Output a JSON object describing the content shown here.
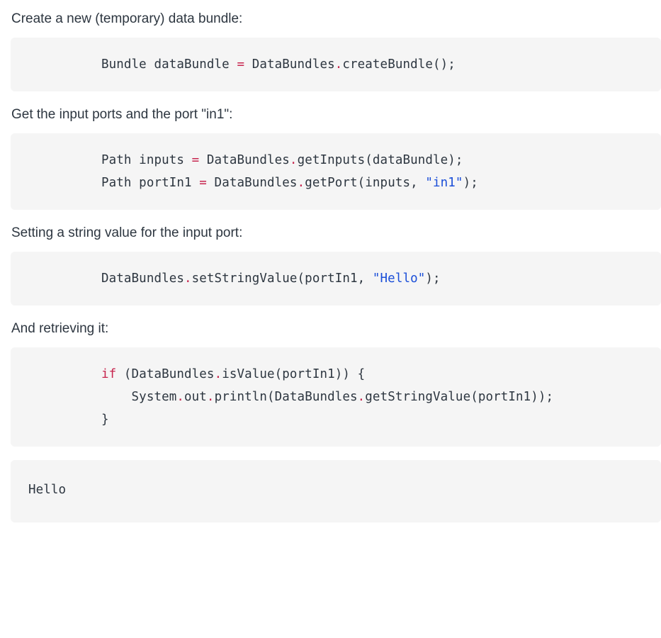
{
  "document": {
    "type": "api-documentation-snippet",
    "language": "java",
    "colors": {
      "page_background": "#ffffff",
      "code_background": "#f5f5f5",
      "text": "#2d3640",
      "operator": "#c7254e",
      "keyword": "#c7254e",
      "string": "#1a4ed8"
    }
  },
  "sections": [
    {
      "id": "create-bundle",
      "prose": "Create a new (temporary) data bundle:",
      "code_indent": "deep",
      "lines": [
        {
          "text": "Bundle dataBundle = DataBundles.createBundle();",
          "tokens": [
            {
              "t": "Bundle dataBundle ",
              "c": "plain"
            },
            {
              "t": "=",
              "c": "op"
            },
            {
              "t": " DataBundles",
              "c": "plain"
            },
            {
              "t": ".",
              "c": "op"
            },
            {
              "t": "createBundle();",
              "c": "plain"
            }
          ]
        }
      ]
    },
    {
      "id": "get-input-ports",
      "prose": "Get the input ports and the port \"in1\":",
      "code_indent": "deep",
      "lines": [
        {
          "text": "Path inputs = DataBundles.getInputs(dataBundle);",
          "tokens": [
            {
              "t": "Path inputs ",
              "c": "plain"
            },
            {
              "t": "=",
              "c": "op"
            },
            {
              "t": " DataBundles",
              "c": "plain"
            },
            {
              "t": ".",
              "c": "op"
            },
            {
              "t": "getInputs(dataBundle);",
              "c": "plain"
            }
          ]
        },
        {
          "text": "Path portIn1 = DataBundles.getPort(inputs, \"in1\");",
          "tokens": [
            {
              "t": "Path portIn1 ",
              "c": "plain"
            },
            {
              "t": "=",
              "c": "op"
            },
            {
              "t": " DataBundles",
              "c": "plain"
            },
            {
              "t": ".",
              "c": "op"
            },
            {
              "t": "getPort(inputs, ",
              "c": "plain"
            },
            {
              "t": "\"in1\"",
              "c": "str"
            },
            {
              "t": ");",
              "c": "plain"
            }
          ]
        }
      ]
    },
    {
      "id": "set-string-value",
      "prose": "Setting a string value for the input port:",
      "code_indent": "deep",
      "lines": [
        {
          "text": "DataBundles.setStringValue(portIn1, \"Hello\");",
          "tokens": [
            {
              "t": "DataBundles",
              "c": "plain"
            },
            {
              "t": ".",
              "c": "op"
            },
            {
              "t": "setStringValue(portIn1, ",
              "c": "plain"
            },
            {
              "t": "\"Hello\"",
              "c": "str"
            },
            {
              "t": ");",
              "c": "plain"
            }
          ]
        }
      ]
    },
    {
      "id": "retrieve-value",
      "prose": "And retrieving it:",
      "code_indent": "deep",
      "lines": [
        {
          "text": "if (DataBundles.isValue(portIn1)) {",
          "tokens": [
            {
              "t": "if",
              "c": "kw"
            },
            {
              "t": " (DataBundles",
              "c": "plain"
            },
            {
              "t": ".",
              "c": "op"
            },
            {
              "t": "isValue(portIn1)) {",
              "c": "plain"
            }
          ]
        },
        {
          "text": "    System.out.println(DataBundles.getStringValue(portIn1));",
          "tokens": [
            {
              "t": "    System",
              "c": "plain"
            },
            {
              "t": ".",
              "c": "op"
            },
            {
              "t": "out",
              "c": "plain"
            },
            {
              "t": ".",
              "c": "op"
            },
            {
              "t": "println(DataBundles",
              "c": "plain"
            },
            {
              "t": ".",
              "c": "op"
            },
            {
              "t": "getStringValue(portIn1));",
              "c": "plain"
            }
          ]
        },
        {
          "text": "}",
          "tokens": [
            {
              "t": "}",
              "c": "plain"
            }
          ]
        }
      ]
    }
  ],
  "output_block": {
    "id": "console-output",
    "code_indent": "shallow",
    "lines": [
      {
        "text": "Hello",
        "tokens": [
          {
            "t": "Hello",
            "c": "plain"
          }
        ]
      }
    ]
  }
}
